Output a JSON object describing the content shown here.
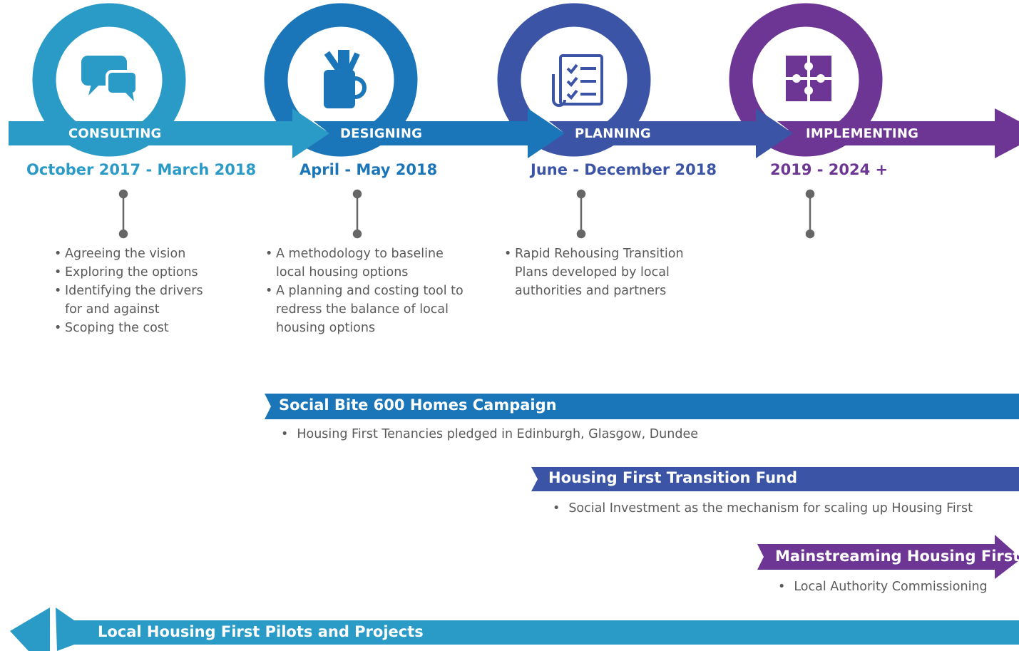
{
  "colors": {
    "consulting": "#2a9ac6",
    "designing": "#1b76b9",
    "planning": "#3b54a6",
    "implementing": "#6d3594",
    "connector": "#666666",
    "text": "#5a5a5a"
  },
  "stages": [
    {
      "label": "CONSULTING",
      "date": "October 2017 - March 2018",
      "icon": "chat-bubbles-icon",
      "bullets": [
        "Agreeing the vision",
        "Exploring the options",
        "Identifying the drivers for and against",
        "Scoping the cost"
      ]
    },
    {
      "label": "DESIGNING",
      "date": "April - May 2018",
      "icon": "pencil-mug-icon",
      "bullets": [
        "A methodology to baseline local housing options",
        "A planning and costing tool to redress the balance of local housing options"
      ]
    },
    {
      "label": "PLANNING",
      "date": "June - December 2018",
      "icon": "checklist-icon",
      "bullets": [
        "Rapid Rehousing Transition Plans developed by local authorities and partners"
      ]
    },
    {
      "label": "IMPLEMENTING",
      "date": "2019 - 2024 +",
      "icon": "puzzle-icon",
      "bullets": []
    }
  ],
  "bands": [
    {
      "title": "Social Bite 600 Homes Campaign",
      "detail": "Housing First Tenancies pledged in Edinburgh, Glasgow, Dundee"
    },
    {
      "title": "Housing First Transition Fund",
      "detail": "Social Investment as the mechanism for scaling up Housing First"
    },
    {
      "title": "Mainstreaming Housing First",
      "detail": "Local Authority Commissioning"
    },
    {
      "title": "Local Housing First Pilots and Projects",
      "detail": ""
    }
  ]
}
